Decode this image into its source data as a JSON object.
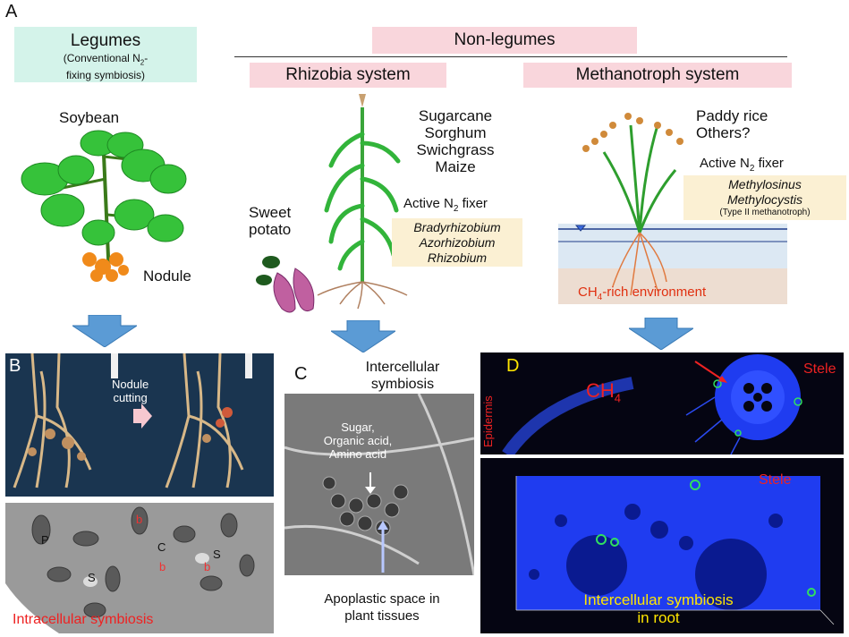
{
  "panel_a": {
    "letter": "A",
    "legumes": {
      "title": "Legumes",
      "subtitle_line1": "(Conventional N",
      "subtitle_sub": "2",
      "subtitle_line1_end": "-",
      "subtitle_line2": "fixing symbiosis)"
    },
    "soybean_label": "Soybean",
    "nodule_label": "Nodule",
    "non_legumes": "Non-legumes",
    "rhizobia_system": "Rhizobia system",
    "methanotroph_system": "Methanotroph system",
    "crops": [
      "Sugarcane",
      "Sorghum",
      "Swichgrass",
      "Maize"
    ],
    "sweet_potato": [
      "Sweet",
      "potato"
    ],
    "rhizobia_fixer_title": "Active N",
    "rhizobia_fixer_sub": "2",
    "rhizobia_fixer_end": " fixer",
    "rhizobia_fixers": [
      "Bradyrhizobium",
      "Azorhizobium",
      "Rhizobium"
    ],
    "rice": [
      "Paddy rice",
      "Others?"
    ],
    "methano_fixer_title": "Active N",
    "methano_fixer_sub": "2",
    "methano_fixer_end": " fixer",
    "methano_fixers": [
      "Methylosinus",
      "Methylocystis"
    ],
    "methano_type": "(Type II methanotroph)",
    "ch4_env_pre": "CH",
    "ch4_env_sub": "4",
    "ch4_env_post": "-rich environment"
  },
  "panel_b": {
    "letter": "B",
    "nodule_cutting": [
      "Nodule",
      "cutting"
    ],
    "labels": [
      "b",
      "P",
      "C",
      "b",
      "b",
      "S",
      "S"
    ],
    "caption": "Intracellular symbiosis"
  },
  "panel_c": {
    "letter": "C",
    "title": [
      "Intercellular",
      "symbiosis"
    ],
    "inner": [
      "Sugar,",
      "Organic acid,",
      "Amino acid"
    ],
    "caption": [
      "Apoplastic space in",
      "plant tissues"
    ]
  },
  "panel_d": {
    "letter": "D",
    "ch4_pre": "CH",
    "ch4_sub": "4",
    "stele_top": "Stele",
    "epidermis": "Epidermis",
    "stele_bottom": "Stele",
    "caption": [
      "Intercellular symbiosis",
      "in root"
    ]
  },
  "colors": {
    "arrow_blue": "#5b9bd5",
    "pink": "#f9d6dc",
    "mint": "#d4f3ea",
    "cream": "#fbf0d3",
    "root_blue": "#1f3cf0",
    "caption_red": "#ee2222",
    "caption_yellow": "#ffe600"
  }
}
